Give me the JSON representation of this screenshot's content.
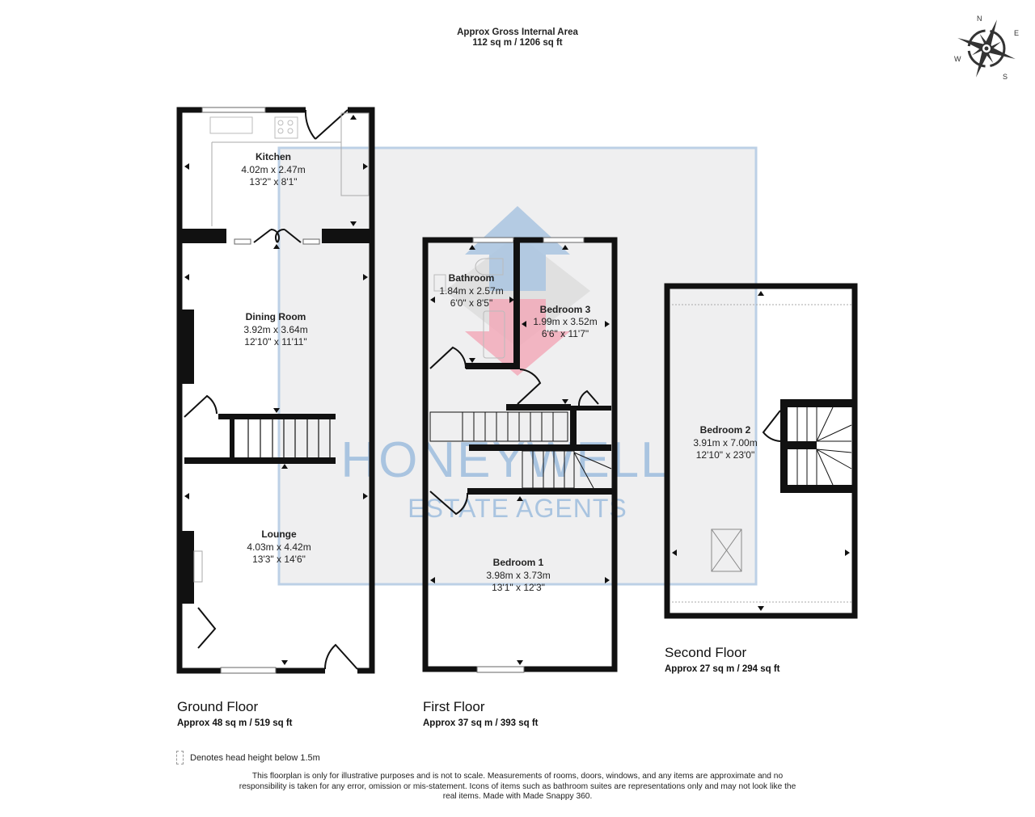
{
  "header": {
    "gross_area_title": "Approx Gross Internal Area",
    "gross_area_value": "112 sq m / 1206 sq ft"
  },
  "compass": {
    "icon": "compass-rose-icon",
    "n": "N",
    "e": "E",
    "s": "S",
    "w": "W"
  },
  "watermark": {
    "name": "HONEYWELL",
    "subtitle": "ESTATE AGENTS",
    "colors": {
      "blue": "#a9c4e0",
      "red": "#f0a0b0",
      "grey": "#d0d0d0",
      "panel": "#efeff0"
    }
  },
  "floors": [
    {
      "title": "Ground Floor",
      "area": "Approx 48 sq m / 519 sq ft",
      "rooms": [
        {
          "name": "Kitchen",
          "metric": "4.02m x 2.47m",
          "imperial": "13'2\" x 8'1\""
        },
        {
          "name": "Dining Room",
          "metric": "3.92m x 3.64m",
          "imperial": "12'10\" x 11'11\""
        },
        {
          "name": "Lounge",
          "metric": "4.03m x 4.42m",
          "imperial": "13'3\" x 14'6\""
        }
      ]
    },
    {
      "title": "First Floor",
      "area": "Approx 37 sq m / 393 sq ft",
      "rooms": [
        {
          "name": "Bathroom",
          "metric": "1.84m x 2.57m",
          "imperial": "6'0\" x 8'5\""
        },
        {
          "name": "Bedroom 3",
          "metric": "1.99m x 3.52m",
          "imperial": "6'6\" x 11'7\""
        },
        {
          "name": "Bedroom 1",
          "metric": "3.98m x 3.73m",
          "imperial": "13'1\" x 12'3\""
        }
      ]
    },
    {
      "title": "Second Floor",
      "area": "Approx 27 sq m / 294 sq ft",
      "rooms": [
        {
          "name": "Bedroom 2",
          "metric": "3.91m x 7.00m",
          "imperial": "12'10\" x 23'0\""
        }
      ]
    }
  ],
  "legend": {
    "text": "Denotes head height below 1.5m"
  },
  "disclaimer": "This floorplan is only for illustrative purposes and is not to scale. Measurements of rooms, doors, windows, and any items are approximate and no responsibility is taken for any error, omission or mis-statement. Icons of items such as bathroom suites are representations only and may not look like the real items. Made with Made Snappy 360."
}
